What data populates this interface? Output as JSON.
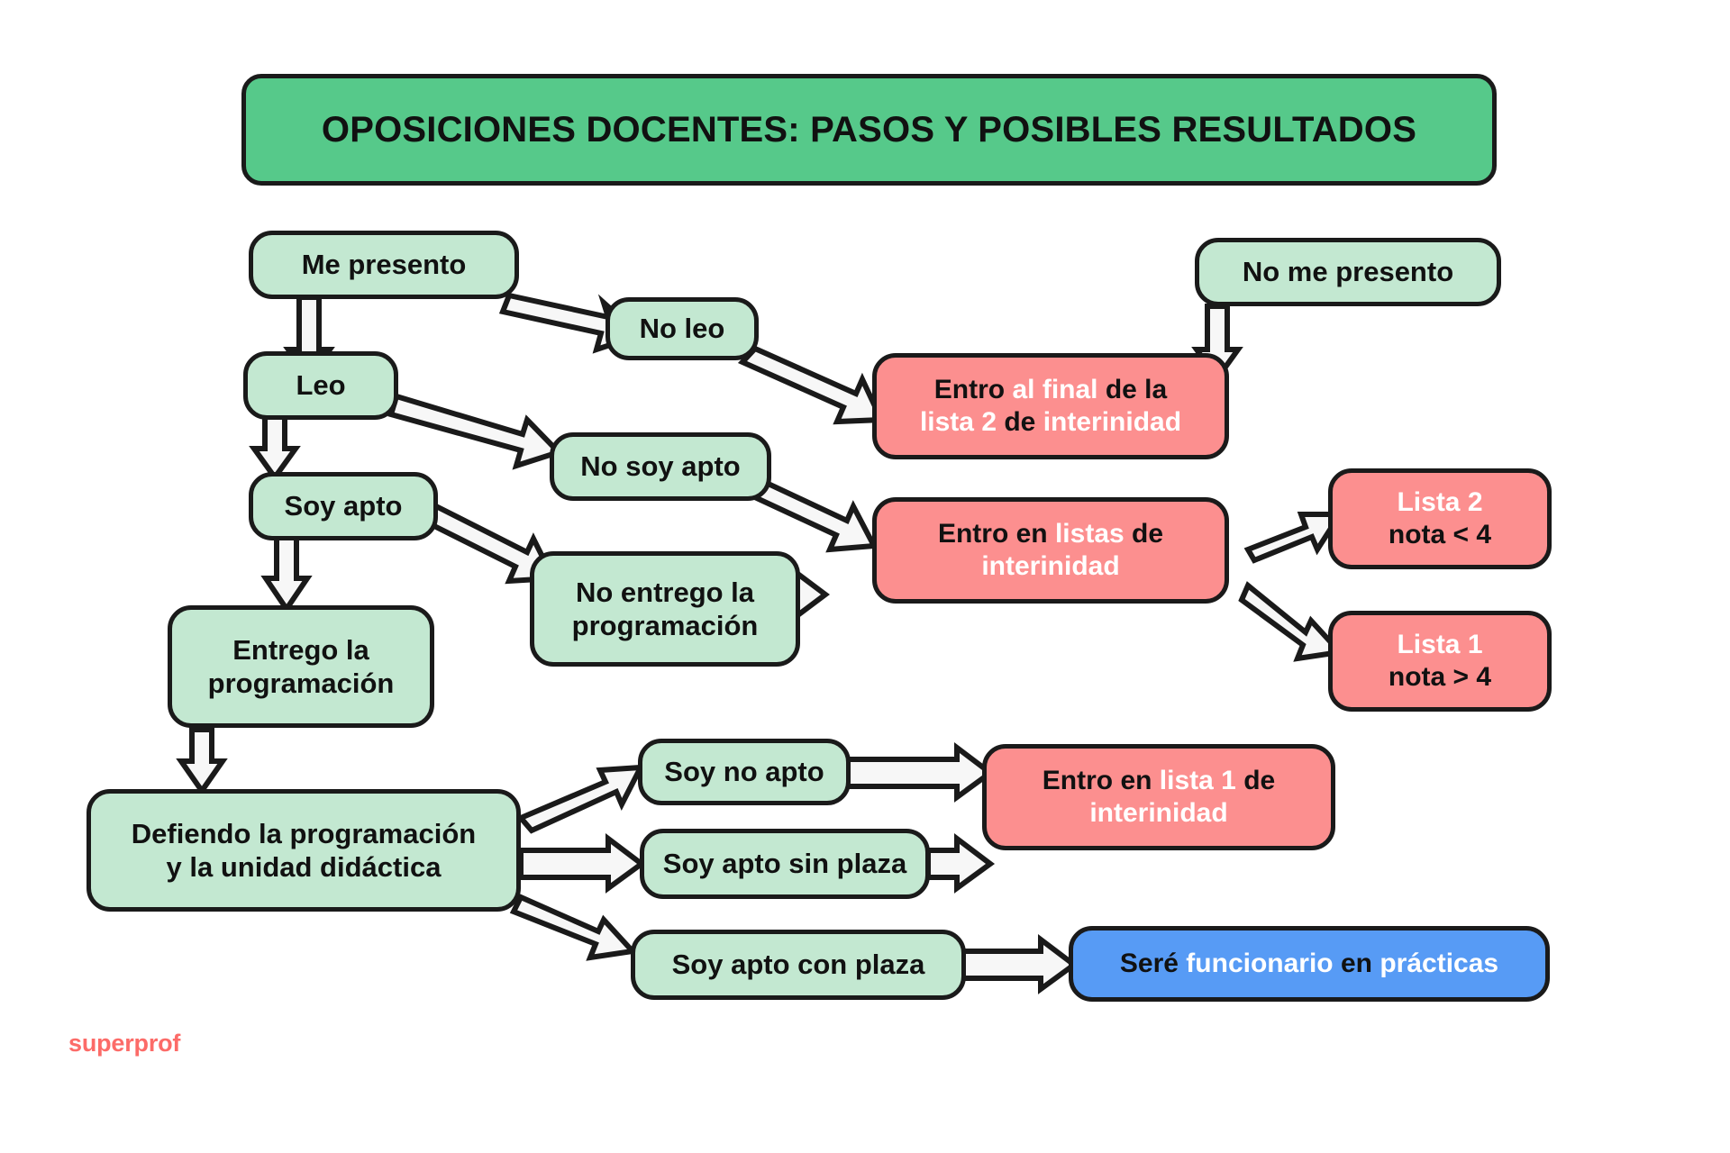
{
  "diagram": {
    "title": "OPOSICIONES DOCENTES: PASOS Y POSIBLES RESULTADOS",
    "brand": "superprof",
    "colors": {
      "header_green": "#56C98A",
      "node_green": "#C3E8D1",
      "node_red": "#FC8F8F",
      "node_blue": "#579BF5",
      "outline": "#1A1A1A",
      "brand_red": "#FC6B68",
      "background": "#FFFFFF"
    },
    "nodes": [
      {
        "id": "title",
        "label": "OPOSICIONES DOCENTES: PASOS Y POSIBLES RESULTADOS",
        "type": "header"
      },
      {
        "id": "me_presento",
        "label": "Me presento",
        "type": "green"
      },
      {
        "id": "no_me_presento",
        "label": "No me presento",
        "type": "green"
      },
      {
        "id": "no_leo",
        "label": "No leo",
        "type": "green"
      },
      {
        "id": "leo",
        "label": "Leo",
        "type": "green"
      },
      {
        "id": "no_soy_apto",
        "label": "No soy apto",
        "type": "green"
      },
      {
        "id": "soy_apto",
        "label": "Soy apto",
        "type": "green"
      },
      {
        "id": "no_entrego",
        "label": "No entrego la programación",
        "type": "green"
      },
      {
        "id": "entrego",
        "label": "Entrego la programación",
        "type": "green"
      },
      {
        "id": "defiendo",
        "label": "Defiendo la programación y la unidad didáctica",
        "type": "green"
      },
      {
        "id": "soy_no_apto",
        "label": "Soy no apto",
        "type": "green"
      },
      {
        "id": "apto_sin",
        "label": "Soy apto sin plaza",
        "type": "green"
      },
      {
        "id": "apto_con",
        "label": "Soy apto con plaza",
        "type": "green"
      },
      {
        "id": "entro_final",
        "label": "Entro al final de la lista 2  de interinidad",
        "type": "red"
      },
      {
        "id": "entro_listas",
        "label": "Entro en listas de interinidad",
        "type": "red"
      },
      {
        "id": "lista2",
        "label": "Lista 2 nota < 4",
        "type": "red"
      },
      {
        "id": "lista1",
        "label": "Lista 1 nota > 4",
        "type": "red"
      },
      {
        "id": "entro_lista1",
        "label": "Entro en lista 1 de interinidad",
        "type": "red"
      },
      {
        "id": "funcionario",
        "label": "Seré funcionario en prácticas",
        "type": "blue"
      }
    ],
    "edges": [
      {
        "from": "me_presento",
        "to": "no_leo"
      },
      {
        "from": "me_presento",
        "to": "leo"
      },
      {
        "from": "no_leo",
        "to": "entro_final"
      },
      {
        "from": "no_me_presento",
        "to": "entro_final"
      },
      {
        "from": "leo",
        "to": "no_soy_apto"
      },
      {
        "from": "leo",
        "to": "soy_apto"
      },
      {
        "from": "no_soy_apto",
        "to": "entro_listas"
      },
      {
        "from": "soy_apto",
        "to": "no_entrego"
      },
      {
        "from": "soy_apto",
        "to": "entrego"
      },
      {
        "from": "no_entrego",
        "to": "entro_listas"
      },
      {
        "from": "entro_listas",
        "to": "lista2"
      },
      {
        "from": "entro_listas",
        "to": "lista1"
      },
      {
        "from": "entrego",
        "to": "defiendo"
      },
      {
        "from": "defiendo",
        "to": "soy_no_apto"
      },
      {
        "from": "defiendo",
        "to": "apto_sin"
      },
      {
        "from": "defiendo",
        "to": "apto_con"
      },
      {
        "from": "soy_no_apto",
        "to": "entro_lista1"
      },
      {
        "from": "apto_sin",
        "to": "entro_lista1"
      },
      {
        "from": "apto_con",
        "to": "funcionario"
      }
    ]
  },
  "labels": {
    "title": "OPOSICIONES DOCENTES: PASOS Y POSIBLES RESULTADOS",
    "me_presento": "Me presento",
    "no_me_presento": "No me presento",
    "no_leo": "No leo",
    "leo": "Leo",
    "no_soy_apto": "No soy apto",
    "soy_apto": "Soy apto",
    "no_entrego_l1": "No entrego la",
    "no_entrego_l2": "programación",
    "entrego_l1": "Entrego la",
    "entrego_l2": "programación",
    "defiendo_l1": "Defiendo la programación",
    "defiendo_l2": "y la unidad didáctica",
    "soy_no_apto": "Soy no apto",
    "apto_sin": "Soy apto sin plaza",
    "apto_con": "Soy apto con plaza",
    "entro_final_w1": "Entro ",
    "entro_final_w2": "al final ",
    "entro_final_w3": "de la",
    "entro_final_w4": "lista 2 ",
    "entro_final_w5": " de ",
    "entro_final_w6": "interinidad",
    "entro_listas_w1": "Entro en ",
    "entro_listas_w2": "listas ",
    "entro_listas_w3": "de",
    "entro_listas_w4": "interinidad",
    "lista2_l1": "Lista 2",
    "lista2_l2": "nota < 4",
    "lista1_l1": "Lista 1",
    "lista1_l2": "nota > 4",
    "entro_lista1_w1": "Entro en ",
    "entro_lista1_w2": "lista 1 ",
    "entro_lista1_w3": "de",
    "entro_lista1_w4": "interinidad",
    "func_w1": "Seré ",
    "func_w2": "funcionario ",
    "func_w3": "en ",
    "func_w4": "prácticas",
    "brand": "superprof"
  }
}
